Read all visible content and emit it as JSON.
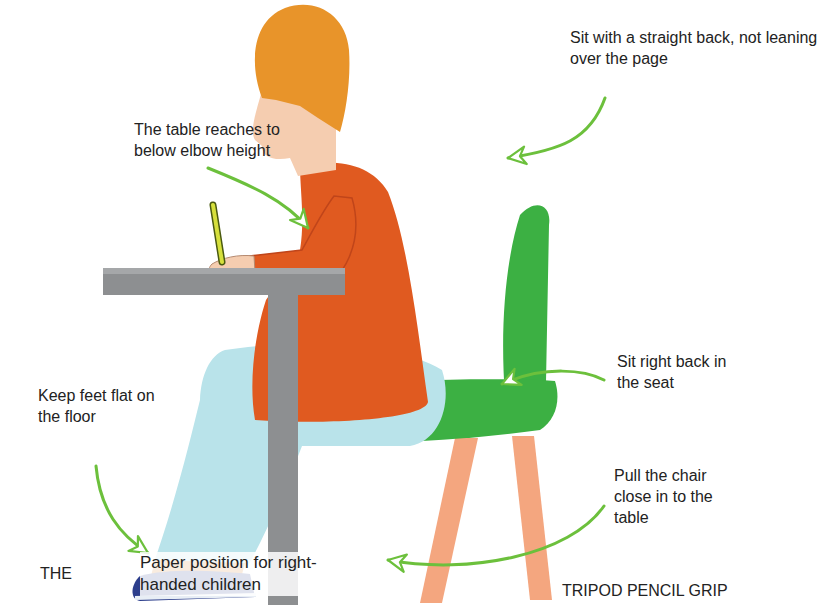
{
  "diagram": {
    "labels": [
      "Sit with a straight back, not leaning over the page",
      "The table reaches to below elbow height",
      "Sit right back in the seat",
      "Keep feet flat on the floor",
      "Pull the chair close in to the table",
      "THE",
      "Paper position for right-handed children",
      "TRIPOD PENCIL GRIP"
    ]
  }
}
